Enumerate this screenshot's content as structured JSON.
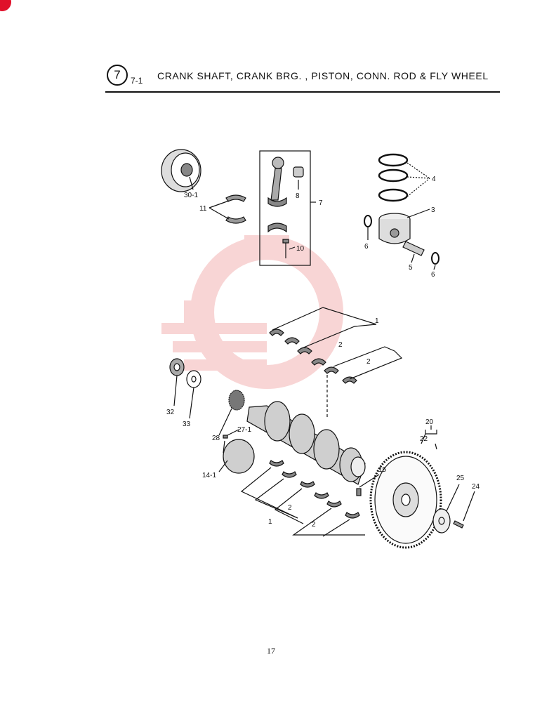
{
  "header": {
    "figure_number": "7",
    "section_number": "7-1",
    "title": "CRANK SHAFT, CRANK BRG. , PISTON, CONN. ROD & FLY WHEEL"
  },
  "page_number": "17",
  "colors": {
    "ink": "#111111",
    "watermark": "#f3b3b3",
    "corner_mark": "#e0102a"
  },
  "callouts": {
    "c30_1": "30-1",
    "c11": "11",
    "c8": "8",
    "c7": "7",
    "c10": "10",
    "c4": "4",
    "c3": "3",
    "c6a": "6",
    "c5": "5",
    "c6b": "6",
    "c1a": "1",
    "c2a": "2",
    "c2b": "2",
    "c32": "32",
    "c33": "33",
    "c28": "28",
    "c27_1": "27-1",
    "c14_1": "14-1",
    "c15": "15",
    "c2c": "2",
    "c1b": "1",
    "c2d": "2",
    "c20": "20",
    "c22": "22",
    "c25": "25",
    "c24": "24"
  }
}
